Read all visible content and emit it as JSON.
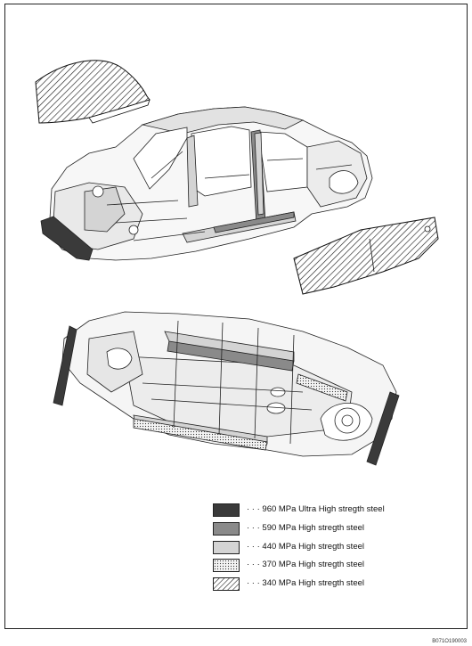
{
  "legend": {
    "items": [
      {
        "label": "960 MPa Ultra High stregth steel",
        "pattern": "solid-dark",
        "color": "#3a3a3a"
      },
      {
        "label": "590 MPa High stregth steel",
        "pattern": "solid-mid",
        "color": "#8a8a8a"
      },
      {
        "label": "440 MPa High stregth steel",
        "pattern": "solid-light",
        "color": "#d4d4d4"
      },
      {
        "label": "370 MPa High stregth steel",
        "pattern": "dots",
        "color": "#ffffff"
      },
      {
        "label": "340 MPa High stregth steel",
        "pattern": "diagonal-hatch",
        "color": "#ffffff"
      }
    ]
  },
  "figure_code": "B071O190003",
  "components": [
    "hood-panel",
    "body-in-white",
    "door-panel",
    "underbody-floor"
  ]
}
